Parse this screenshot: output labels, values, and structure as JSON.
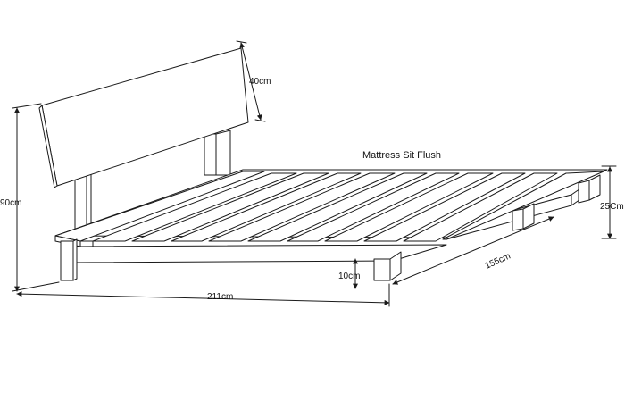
{
  "diagram": {
    "caption": "Mattress Sit Flush",
    "dimensions": {
      "headboard_height": "40cm",
      "total_height": "90cm",
      "frame_height": "25Cm",
      "clearance": "10cm",
      "length": "211cm",
      "width": "155cm"
    },
    "colors": {
      "line": "#1a1a1a",
      "fill": "#ffffff"
    }
  }
}
